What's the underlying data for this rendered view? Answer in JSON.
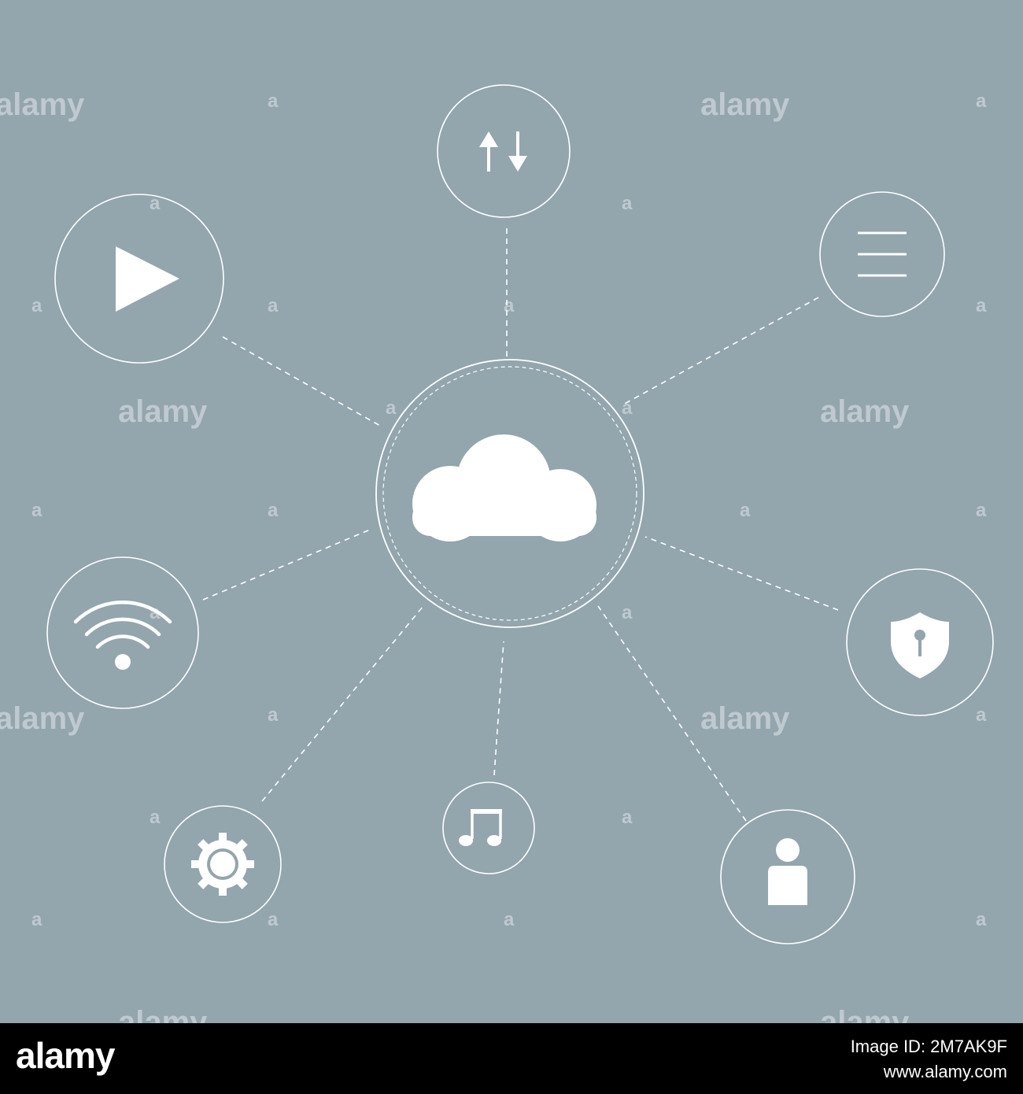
{
  "canvas": {
    "background": "#93a5ad",
    "stroke": "#ffffff",
    "icon_fill": "#ffffff"
  },
  "watermark": {
    "word": "alamy",
    "letter": "a"
  },
  "diagram": {
    "center": {
      "icon": "cloud-icon"
    },
    "nodes": [
      {
        "id": "transfer",
        "icon": "up-down-arrows-icon"
      },
      {
        "id": "menu",
        "icon": "hamburger-menu-icon"
      },
      {
        "id": "play",
        "icon": "play-icon"
      },
      {
        "id": "wifi",
        "icon": "wifi-icon"
      },
      {
        "id": "security",
        "icon": "shield-lock-icon"
      },
      {
        "id": "settings",
        "icon": "gear-icon"
      },
      {
        "id": "music",
        "icon": "music-note-icon"
      },
      {
        "id": "user",
        "icon": "user-icon"
      }
    ]
  },
  "footer": {
    "brand": "alamy",
    "image_id_line": "Image ID: 2M7AK9F",
    "url": "www.alamy.com",
    "background": "#000000"
  }
}
